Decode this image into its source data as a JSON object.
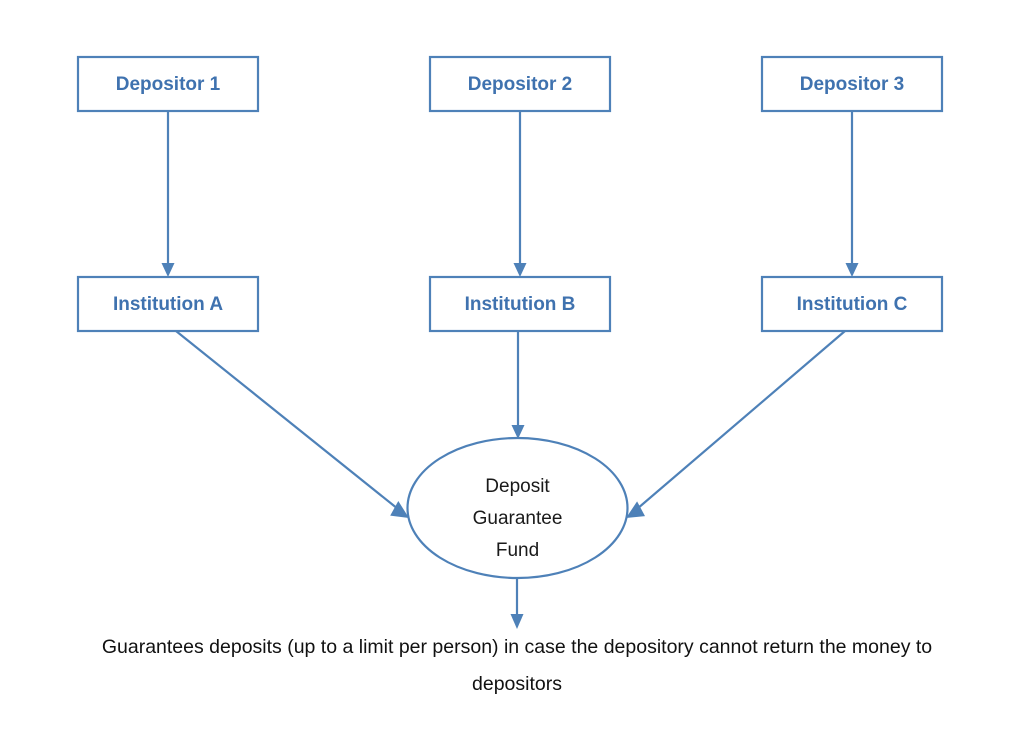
{
  "diagram": {
    "title": "Deposit Guarantee Fund flow diagram",
    "colors": {
      "stroke": "#4E81B8",
      "box_label_text": "#3F72AF",
      "ellipse_label_text": "#1a1a1a",
      "caption_text": "#111111",
      "background": "#ffffff"
    },
    "depositors": [
      {
        "id": "depositor-1",
        "label": "Depositor 1"
      },
      {
        "id": "depositor-2",
        "label": "Depositor 2"
      },
      {
        "id": "depositor-3",
        "label": "Depositor 3"
      }
    ],
    "institutions": [
      {
        "id": "institution-a",
        "label": "Institution A"
      },
      {
        "id": "institution-b",
        "label": "Institution B"
      },
      {
        "id": "institution-c",
        "label": "Institution C"
      }
    ],
    "fund": {
      "id": "deposit-guarantee-fund",
      "line1": "Deposit",
      "line2": "Guarantee",
      "line3": "Fund"
    },
    "caption": {
      "line1": "Guarantees deposits (up to a limit per person) in case the depository cannot return the money to",
      "line2": "depositors",
      "full_text": "Guarantees deposits (up to a limit per person) in case the depository cannot return the money to depositors"
    },
    "connections": [
      {
        "id": "depositor-1-to-institution-a",
        "from": "Depositor 1",
        "to": "Institution A",
        "style": "vertical-arrow"
      },
      {
        "id": "depositor-2-to-institution-b",
        "from": "Depositor 2",
        "to": "Institution B",
        "style": "vertical-arrow"
      },
      {
        "id": "depositor-3-to-institution-c",
        "from": "Depositor 3",
        "to": "Institution C",
        "style": "vertical-arrow"
      },
      {
        "id": "institution-a-to-fund",
        "from": "Institution A",
        "to": "Deposit Guarantee Fund",
        "style": "diagonal-arrow"
      },
      {
        "id": "institution-b-to-fund",
        "from": "Institution B",
        "to": "Deposit Guarantee Fund",
        "style": "vertical-arrow"
      },
      {
        "id": "institution-c-to-fund",
        "from": "Institution C",
        "to": "Deposit Guarantee Fund",
        "style": "diagonal-arrow"
      },
      {
        "id": "fund-to-caption",
        "from": "Deposit Guarantee Fund",
        "to": "caption",
        "style": "vertical-arrow"
      }
    ]
  }
}
